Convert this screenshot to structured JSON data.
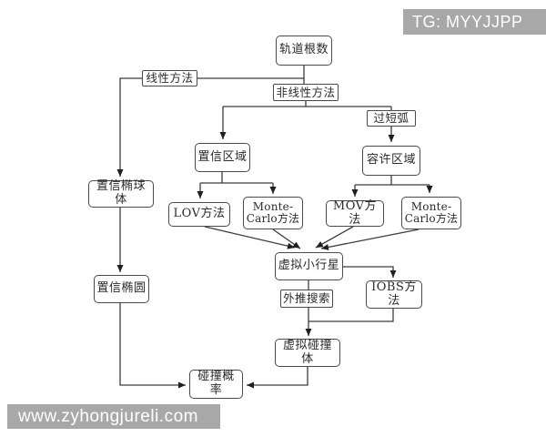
{
  "diagram": {
    "description": "flowchart of asteroid impact probability computation methods",
    "nodes": {
      "orbital_elements": {
        "label": "轨道根数"
      },
      "linear_method": {
        "label": "线性方法"
      },
      "nonlinear_method": {
        "label": "非线性方法"
      },
      "short_arc": {
        "label": "过短弧"
      },
      "confidence_region": {
        "label": "置信区域"
      },
      "admissible_region": {
        "label": "容许区域"
      },
      "confidence_ellipsoid": {
        "label": "置信椭球体"
      },
      "lov_method": {
        "label": "LOV方法"
      },
      "monte_carlo_left": {
        "label": "Monte-Carlo方法"
      },
      "mov_method": {
        "label": "MOV方法"
      },
      "monte_carlo_right": {
        "label": "Monte-Carlo方法"
      },
      "virtual_asteroid": {
        "label": "虚拟小行星"
      },
      "confidence_ellipse": {
        "label": "置信椭圆"
      },
      "extrapolation_search": {
        "label": "外推搜索"
      },
      "iobs_method": {
        "label": "IOBS方法"
      },
      "virtual_impactor": {
        "label": "虚拟碰撞体"
      },
      "collision_probability": {
        "label": "碰撞概率"
      }
    },
    "edges": [
      {
        "from": "orbital_elements",
        "to": "confidence_ellipsoid",
        "via": "linear_method"
      },
      {
        "from": "orbital_elements",
        "to": "nonlinear_method"
      },
      {
        "from": "nonlinear_method",
        "to": "confidence_region"
      },
      {
        "from": "nonlinear_method",
        "to": "admissible_region",
        "via": "short_arc"
      },
      {
        "from": "confidence_region",
        "to": "lov_method"
      },
      {
        "from": "confidence_region",
        "to": "monte_carlo_left"
      },
      {
        "from": "admissible_region",
        "to": "mov_method"
      },
      {
        "from": "admissible_region",
        "to": "monte_carlo_right"
      },
      {
        "from": "lov_method",
        "to": "virtual_asteroid"
      },
      {
        "from": "monte_carlo_left",
        "to": "virtual_asteroid"
      },
      {
        "from": "mov_method",
        "to": "virtual_asteroid"
      },
      {
        "from": "monte_carlo_right",
        "to": "virtual_asteroid"
      },
      {
        "from": "virtual_asteroid",
        "to": "iobs_method"
      },
      {
        "from": "virtual_asteroid",
        "to": "virtual_impactor",
        "via": "extrapolation_search"
      },
      {
        "from": "iobs_method",
        "to": "virtual_impactor"
      },
      {
        "from": "confidence_ellipsoid",
        "to": "confidence_ellipse"
      },
      {
        "from": "confidence_ellipse",
        "to": "collision_probability"
      },
      {
        "from": "virtual_impactor",
        "to": "collision_probability"
      }
    ],
    "colors": {
      "line": "#3d3d3d",
      "box_border": "#4a4a4a",
      "box_background": "#ffffff",
      "text": "#2b2b2b",
      "watermark_background": "#a8a8a8",
      "watermark_text": "#ffffff",
      "page_background": "#fefefe"
    }
  },
  "watermarks": {
    "top": "TG: MYYJJPP",
    "bottom": "www.zyhongjureli.com"
  }
}
